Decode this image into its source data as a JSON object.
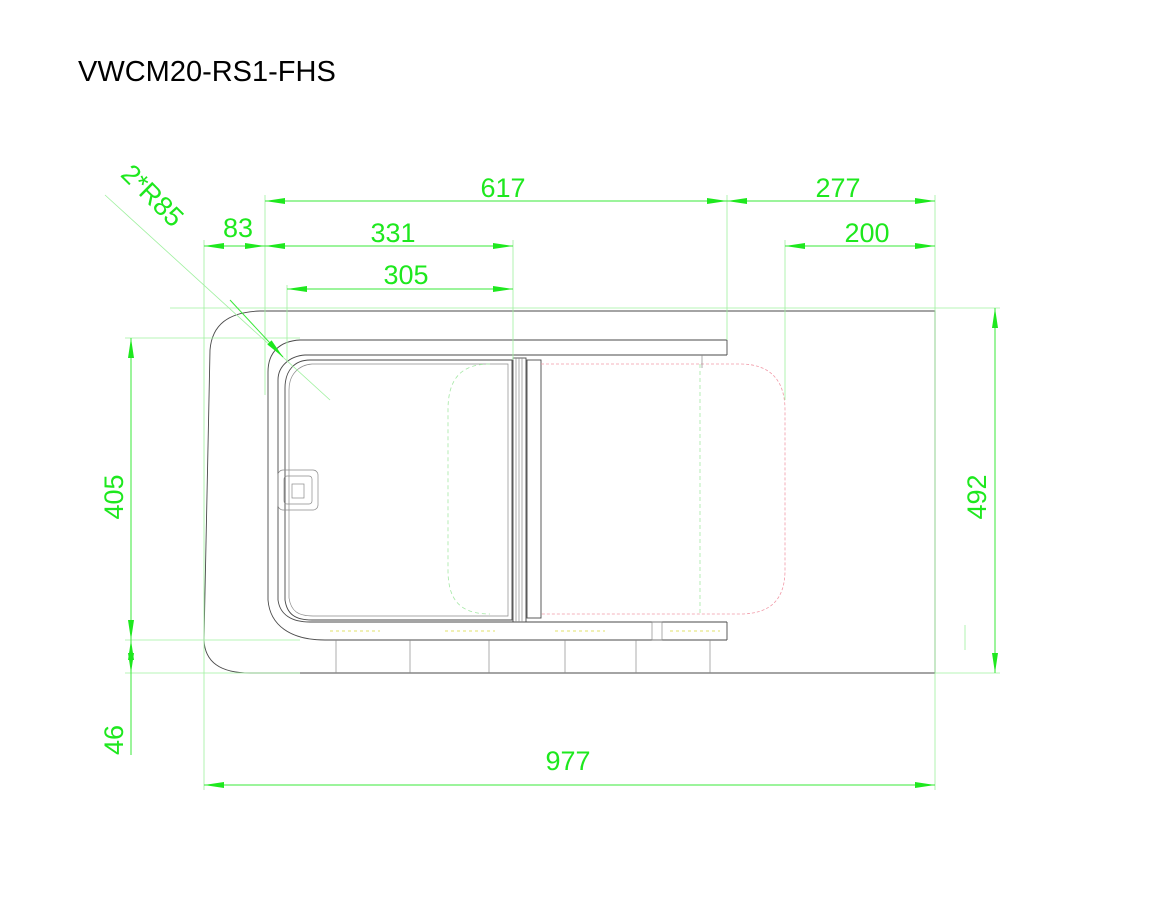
{
  "title": "VWCM20-RS1-FHS",
  "dimensions": {
    "top_617": "617",
    "top_277": "277",
    "top_83": "83",
    "top_331": "331",
    "top_200": "200",
    "top_305": "305",
    "radius": "2*R85",
    "left_405": "405",
    "left_46": "46",
    "right_492": "492",
    "bottom_977": "977"
  },
  "colors": {
    "dimension": "#1ee81e",
    "outline": "#4a4a4a",
    "hidden_line": "#f19aa8"
  }
}
